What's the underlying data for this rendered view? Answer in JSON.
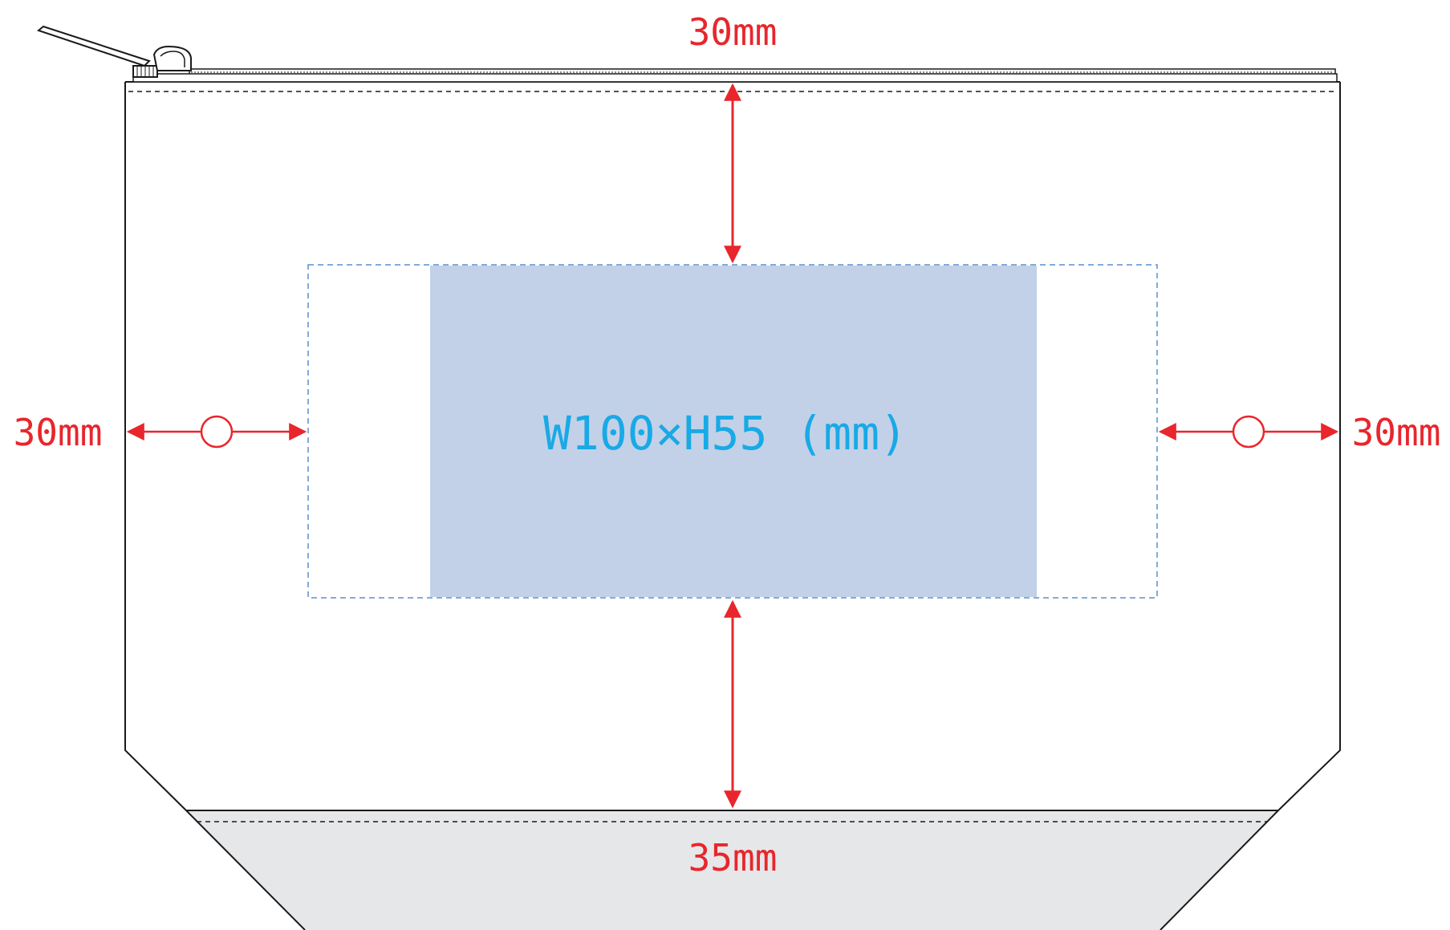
{
  "labels": {
    "top_margin": "30mm",
    "left_margin": "30mm",
    "right_margin": "30mm",
    "bottom_margin": "35mm",
    "print_area": "W100×H55 (mm)"
  },
  "colors": {
    "dimension": "#e8262c",
    "print_area_fill": "#c2d1e7",
    "print_area_text": "#19a9e6",
    "guide_dash": "#5a8fcf",
    "bottom_panel": "#e6e7e9",
    "outline": "#1a1a1a"
  },
  "icons": {
    "zipper_pull": "zipper-pull-icon",
    "center_marker": "circle-marker-icon"
  }
}
